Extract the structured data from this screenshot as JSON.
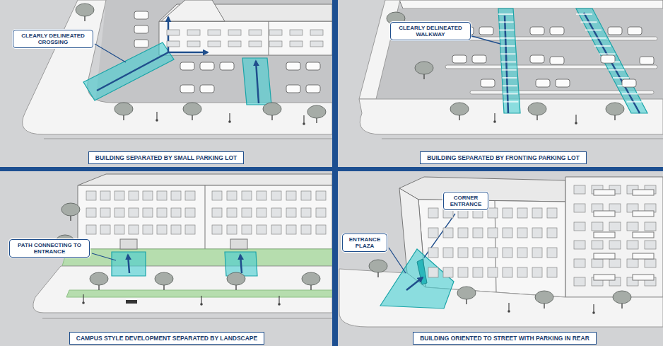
{
  "diagram": {
    "nodes": [
      {
        "text": [
          "CLEARLY DELINEATED CROSSING"
        ]
      },
      {
        "text": [
          "BUILDING SEPARATED BY SMALL PARKING LOT"
        ]
      },
      {
        "text": [
          "CLEARLY DELINEATED WALKWAY"
        ]
      },
      {
        "text": [
          "BUILDING SEPARATED BY FRONTING PARKING LOT"
        ]
      },
      {
        "text": [
          "PATH CONNECTING TO ENTRANCE"
        ]
      },
      {
        "text": [
          "CAMPUS STYLE DEVELOPMENT SEPARATED BY LANDSCAPE"
        ]
      },
      {
        "text": [
          "CORNER ENTRANCE"
        ]
      },
      {
        "text": [
          "ENTRANCE PLAZA"
        ]
      },
      {
        "text": [
          "BUILDING ORIENTED TO STREET WITH PARKING IN REAR"
        ]
      }
    ]
  }
}
